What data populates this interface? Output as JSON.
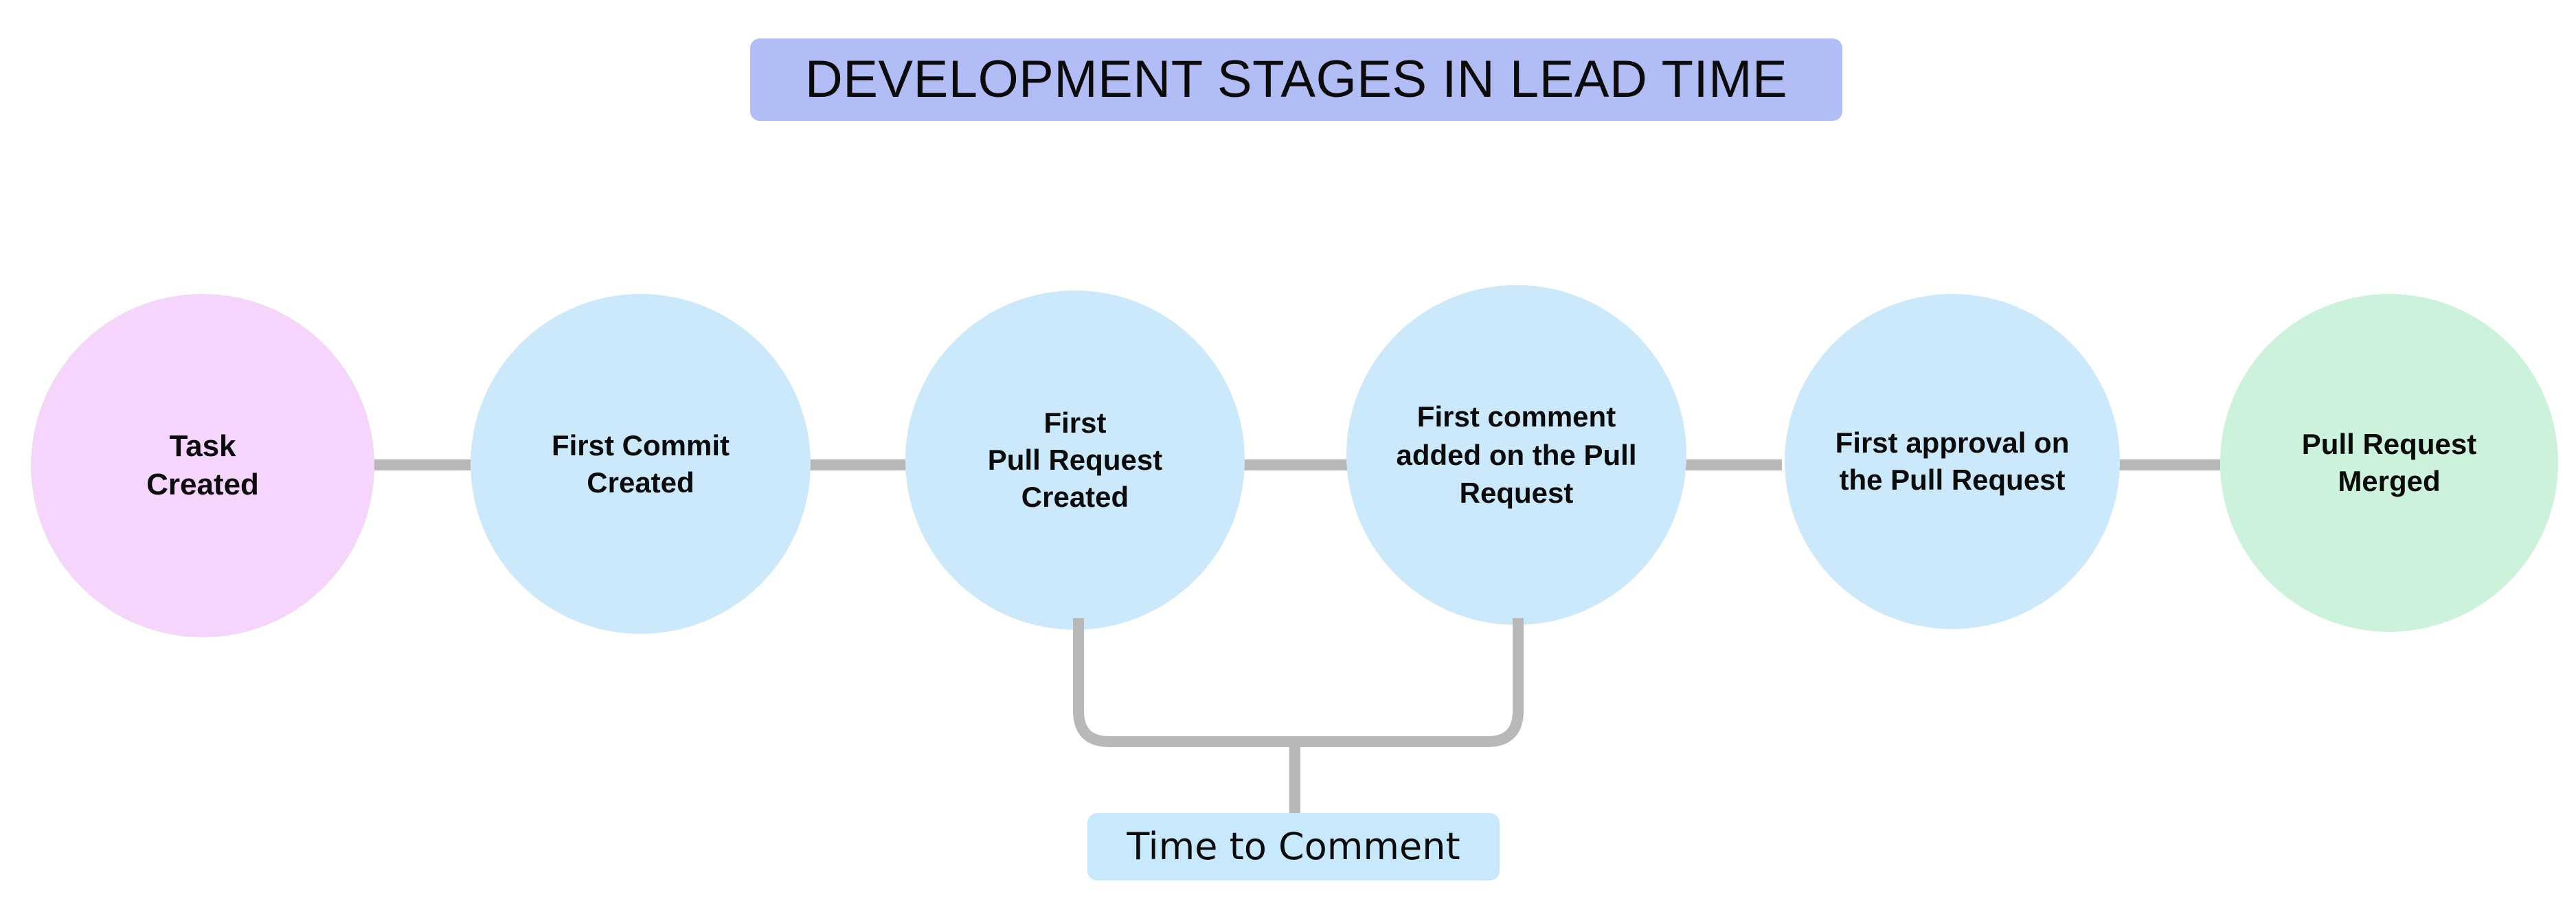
{
  "diagram": {
    "title": "DEVELOPMENT STAGES IN LEAD TIME",
    "title_bg_color": "#b3bdf5",
    "background_color": "#ffffff",
    "connector_color": "#b8b8b8",
    "nodes": [
      {
        "id": "task-created",
        "label": "Task\nCreated",
        "fill": "#f5d5fb",
        "text_color": "#0b0b0b",
        "font_size": 44
      },
      {
        "id": "first-commit-created",
        "label": "First Commit\nCreated",
        "fill": "#cce9fb",
        "text_color": "#0b0b0b",
        "font_size": 42
      },
      {
        "id": "first-pull-request-created",
        "label": "First\nPull Request\nCreated",
        "fill": "#cce9fb",
        "text_color": "#0b0b0b",
        "font_size": 42
      },
      {
        "id": "first-comment-added-on-pull-request",
        "label": "First comment\nadded on the Pull\nRequest",
        "fill": "#cce9fb",
        "text_color": "#0b0b0b",
        "font_size": 42
      },
      {
        "id": "first-approval-on-pull-request",
        "label": "First approval on\nthe Pull Request",
        "fill": "#cce9fb",
        "text_color": "#0b0b0b",
        "font_size": 42
      },
      {
        "id": "pull-request-merged",
        "label": "Pull Request\nMerged",
        "fill": "#cdf2dc",
        "text_color": "#0b0b0b",
        "font_size": 42
      }
    ],
    "edge_labels": [
      {
        "id": "time-to-comment",
        "label": "Time to Comment",
        "fill": "#c8e8fb",
        "from_node": "first-pull-request-created",
        "to_node": "first-comment-added-on-pull-request"
      }
    ]
  }
}
